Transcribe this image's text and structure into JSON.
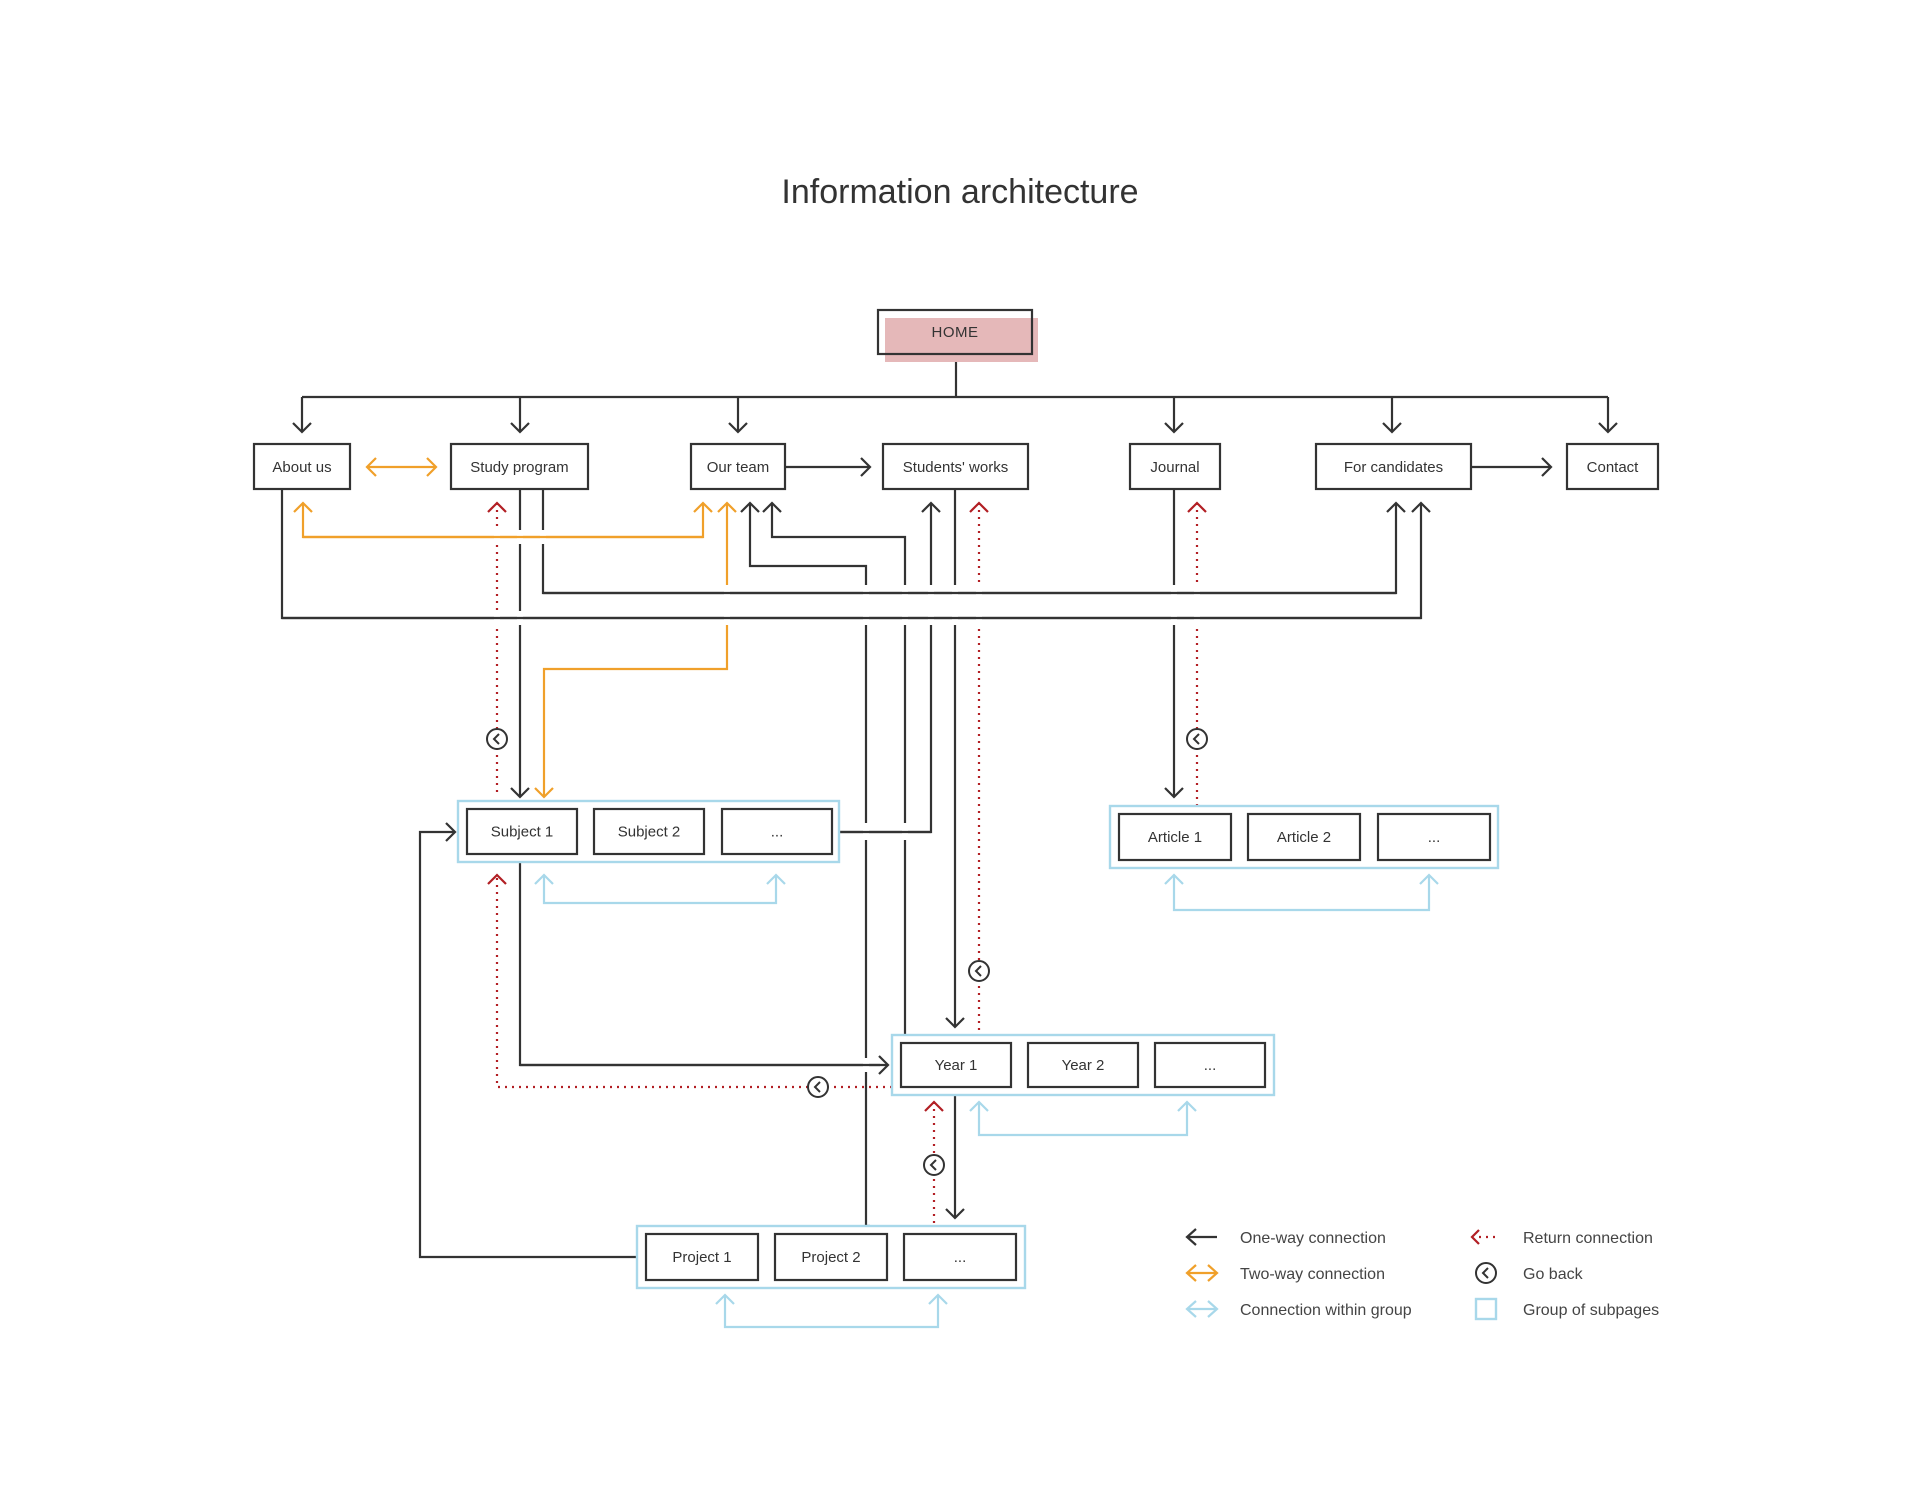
{
  "title": "Information architecture",
  "colors": {
    "one_way": "#333333",
    "two_way": "#f0a02a",
    "within_group": "#a8d8ea",
    "return": "#b21f24",
    "home_highlight": "#e5b8b9"
  },
  "home": {
    "label": "HOME"
  },
  "top_pages": [
    {
      "id": "about",
      "label": "About us"
    },
    {
      "id": "study",
      "label": "Study program"
    },
    {
      "id": "team",
      "label": "Our team"
    },
    {
      "id": "works",
      "label": "Students' works"
    },
    {
      "id": "journal",
      "label": "Journal"
    },
    {
      "id": "candidates",
      "label": "For candidates"
    },
    {
      "id": "contact",
      "label": "Contact"
    }
  ],
  "groups": [
    {
      "id": "subjects",
      "items": [
        "Subject 1",
        "Subject 2",
        "..."
      ]
    },
    {
      "id": "articles",
      "items": [
        "Article 1",
        "Article 2",
        "..."
      ]
    },
    {
      "id": "years",
      "items": [
        "Year 1",
        "Year 2",
        "..."
      ]
    },
    {
      "id": "projects",
      "items": [
        "Project 1",
        "Project 2",
        "..."
      ]
    }
  ],
  "legend": [
    {
      "icon": "one-way-arrow-icon",
      "label": "One-way connection"
    },
    {
      "icon": "two-way-arrow-icon",
      "label": "Two-way connection"
    },
    {
      "icon": "within-group-arrow-icon",
      "label": "Connection within group"
    },
    {
      "icon": "return-arrow-icon",
      "label": "Return connection"
    },
    {
      "icon": "go-back-icon",
      "label": "Go back"
    },
    {
      "icon": "group-box-icon",
      "label": "Group of subpages"
    }
  ]
}
